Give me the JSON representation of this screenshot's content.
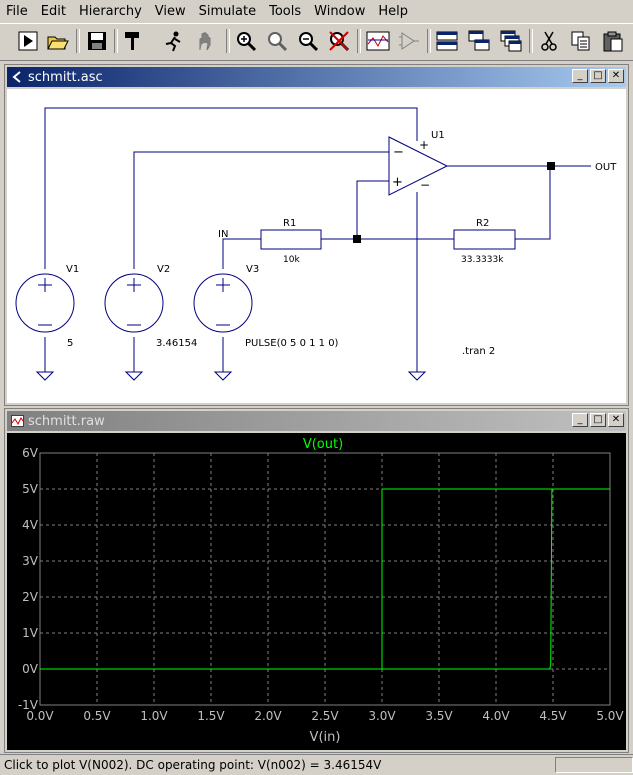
{
  "menu": [
    "File",
    "Edit",
    "Hierarchy",
    "View",
    "Simulate",
    "Tools",
    "Window",
    "Help"
  ],
  "toolbar_icons": [
    "run-icon",
    "open-icon",
    "save-icon",
    "hammer-icon",
    "running-man-icon",
    "hand-icon",
    "zoom-in-icon",
    "zoom-pan-icon",
    "zoom-out-icon",
    "zoom-cancel-icon",
    "waveform-icon",
    "component-icon",
    "tile-horizontal-icon",
    "cascade-icon",
    "tile-vertical-icon",
    "cut-icon",
    "copy-icon",
    "paste-icon"
  ],
  "schematic": {
    "title": "schmitt.asc",
    "labels": {
      "u1": "U1",
      "out": "OUT",
      "in": "IN",
      "r1": "R1",
      "r1_val": "10k",
      "r2": "R2",
      "r2_val": "33.3333k",
      "v1": "V1",
      "v1_val": "5",
      "v2": "V2",
      "v2_val": "3.46154",
      "v3": "V3",
      "v3_val": "PULSE(0 5 0 1 1 0)",
      "tran": ".tran 2",
      "plus": "+",
      "minus": "−"
    }
  },
  "waveform": {
    "title": "schmitt.raw"
  },
  "chart_data": {
    "type": "line",
    "title": "V(out)",
    "xlabel": "V(in)",
    "x_ticks": [
      "0.0V",
      "0.5V",
      "1.0V",
      "1.5V",
      "2.0V",
      "2.5V",
      "3.0V",
      "3.5V",
      "4.0V",
      "4.5V",
      "5.0V"
    ],
    "y_ticks": [
      "-1V",
      "0V",
      "1V",
      "2V",
      "3V",
      "4V",
      "5V",
      "6V"
    ],
    "xlim": [
      0,
      5
    ],
    "ylim": [
      -1,
      6
    ],
    "grid": true,
    "series_color": "#00ff00",
    "series": [
      {
        "name": "V(out)",
        "x": [
          0,
          2.99,
          3.0,
          3.0,
          5.0
        ],
        "y": [
          0,
          0,
          0,
          5,
          5
        ]
      },
      {
        "name": "V(out)",
        "x": [
          5.0,
          4.49,
          4.48,
          4.47,
          0
        ],
        "y": [
          5,
          5,
          0.1,
          0,
          0
        ]
      }
    ]
  },
  "status": {
    "text": "Click to plot V(N002).  DC operating point: V(n002) = 3.46154V"
  },
  "colors": {
    "title_active": "#0a246a",
    "title_inactive": "#808080",
    "plot_bg": "#000000",
    "trace": "#00ff00",
    "wire": "#000080"
  }
}
